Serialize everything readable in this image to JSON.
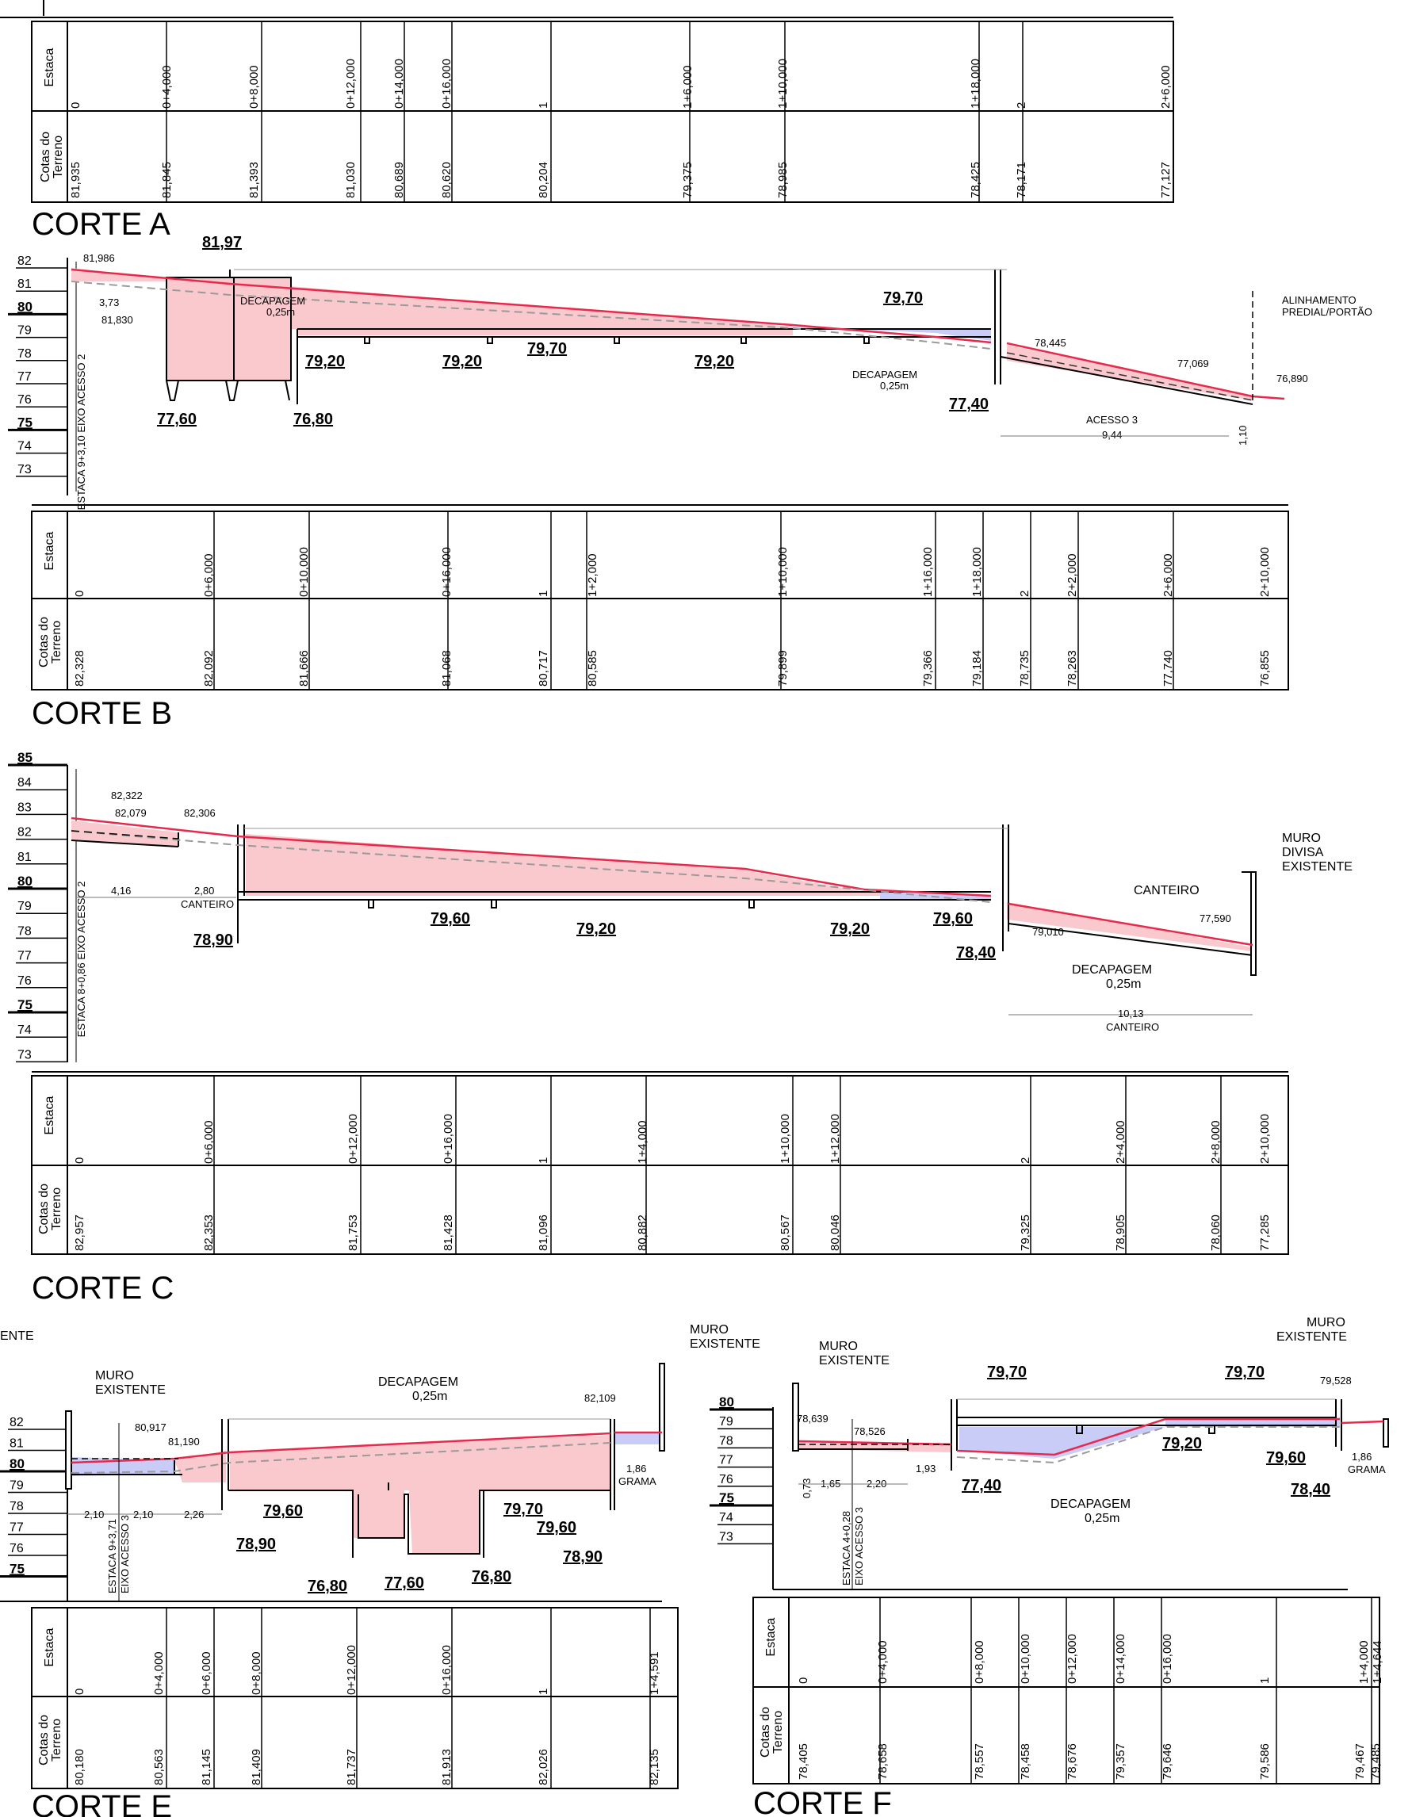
{
  "table_headers": {
    "estaca": "Estaca",
    "cotas": "Cotas do Terreno"
  },
  "colors": {
    "red_line": "#e8294c",
    "pink_fill": "#f9c9cd",
    "blue_fill": "#c9ccf6",
    "dashed_gray": "#9a9a9a",
    "black": "#000000"
  },
  "tableA": {
    "estacas": [
      "0",
      "0+4,000",
      "0+8,000",
      "0+12,000",
      "0+14,000",
      "0+16,000",
      "1",
      "1+6,000",
      "1+10,000",
      "1+18,000",
      "2",
      "2+6,000"
    ],
    "cotas": [
      "81,935",
      "81,845",
      "81,393",
      "81,030",
      "80,689",
      "80,620",
      "80,204",
      "79,375",
      "78,985",
      "78,425",
      "78,171",
      "77,127"
    ]
  },
  "corteA": {
    "title": "CORTE A",
    "axis_label": "ESTACA 9+3,10 EIXO ACESSO 2",
    "scale": [
      "82",
      "81",
      "80",
      "79",
      "78",
      "77",
      "76",
      "75",
      "74",
      "73"
    ],
    "labels": {
      "l81986": "81,986",
      "l8197": "81,97",
      "l373": "3,73",
      "l81830": "81,830",
      "decap1": "DECAPAGEM",
      "decap1b": "0,25m",
      "e7920a": "79,20",
      "e7920b": "79,20",
      "e7970a": "79,70",
      "e7920c": "79,20",
      "e7760": "77,60",
      "e7680": "76,80",
      "e7970b": "79,70",
      "decap2": "DECAPAGEM",
      "decap2b": "0,25m",
      "e7740": "77,40",
      "l78445": "78,445",
      "l77069": "77,069",
      "l76890": "76,890",
      "alin1": "ALINHAMENTO",
      "alin2": "PREDIAL/PORTÃO",
      "acesso": "ACESSO 3",
      "d944": "9,44",
      "d110": "1,10"
    }
  },
  "tableB": {
    "estacas": [
      "0",
      "0+6,000",
      "0+10,000",
      "0+16,000",
      "1",
      "1+2,000",
      "1+10,000",
      "1+16,000",
      "1+18,000",
      "2",
      "2+2,000",
      "2+6,000",
      "2+10,000"
    ],
    "cotas": [
      "82,328",
      "82,092",
      "81,666",
      "81,068",
      "80,717",
      "80,585",
      "79,899",
      "79,366",
      "79,184",
      "78,735",
      "78,263",
      "77,740",
      "76,855"
    ]
  },
  "corteB": {
    "title": "CORTE B",
    "axis_label": "ESTACA 8+0,86 EIXO ACESSO 2",
    "scale": [
      "85",
      "84",
      "83",
      "82",
      "81",
      "80",
      "79",
      "78",
      "77",
      "76",
      "75",
      "74",
      "73"
    ],
    "labels": {
      "l82322": "82,322",
      "l82079": "82,079",
      "l82306": "82,306",
      "d416": "4,16",
      "d280": "2,80",
      "canteiro1": "CANTEIRO",
      "e7890": "78,90",
      "e7960a": "79,60",
      "e7920a": "79,20",
      "e7920b": "79,20",
      "e7960b": "79,60",
      "e7840": "78,40",
      "l79010": "79,010",
      "canteiro2": "CANTEIRO",
      "l77590": "77,590",
      "muro1": "MURO",
      "muro2": "DIVISA",
      "muro3": "EXISTENTE",
      "decap": "DECAPAGEM",
      "decapb": "0,25m",
      "d1013": "10,13",
      "canteiro3": "CANTEIRO"
    }
  },
  "tableC": {
    "estacas": [
      "0",
      "0+6,000",
      "0+12,000",
      "0+16,000",
      "1",
      "1+4,000",
      "1+10,000",
      "1+12,000",
      "2",
      "2+4,000",
      "2+8,000",
      "2+10,000"
    ],
    "cotas": [
      "82,957",
      "82,353",
      "81,753",
      "81,428",
      "81,096",
      "80,882",
      "80,567",
      "80,046",
      "79,325",
      "78,905",
      "78,060",
      "77,285"
    ]
  },
  "corteC": {
    "title": "CORTE C",
    "fragment": "ENTE"
  },
  "corteE": {
    "title": "CORTE E",
    "axis_label": "ESTACA 9+3,71 EIXO ACESSO 3",
    "scale": [
      "82",
      "81",
      "80",
      "79",
      "78",
      "77",
      "76",
      "75"
    ],
    "labels": {
      "muro1": "MURO",
      "muro2": "EXISTENTE",
      "l80917": "80,917",
      "l81190": "81,190",
      "decap": "DECAPAGEM",
      "decapb": "0,25m",
      "l82109": "82,109",
      "muroR1": "MURO",
      "muroR2": "EXISTENTE",
      "d186": "1,86",
      "grama": "GRAMA",
      "d210a": "2,10",
      "d210b": "2,10",
      "d226": "2,26",
      "e7960a": "79,60",
      "e7890a": "78,90",
      "e7680a": "76,80",
      "e7760": "77,60",
      "e7680b": "76,80",
      "e7970": "79,70",
      "e7960b": "79,60",
      "e7890b": "78,90"
    },
    "estacas": [
      "0",
      "0+4,000",
      "0+6,000",
      "0+8,000",
      "0+12,000",
      "0+16,000",
      "1",
      "1+4,591"
    ],
    "cotas": [
      "80,180",
      "80,563",
      "81,145",
      "81,409",
      "81,737",
      "81,913",
      "82,026",
      "82,135"
    ]
  },
  "corteF": {
    "title": "CORTE F",
    "axis_label": "ESTACA 4+0,28 EIXO ACESSO 3",
    "scale": [
      "80",
      "79",
      "78",
      "77",
      "76",
      "75",
      "74",
      "73"
    ],
    "labels": {
      "muro1": "MURO",
      "muro2": "EXISTENTE",
      "muroR1": "MURO",
      "muroR2": "EXISTENTE",
      "e7970a": "79,70",
      "e7970b": "79,70",
      "l79528": "79,528",
      "l78639": "78,639",
      "l78526": "78,526",
      "d073": "0,73",
      "d165": "1,65",
      "d220": "2,20",
      "d193": "1,93",
      "e7740": "77,40",
      "e7920": "79,20",
      "e7960": "79,60",
      "d186": "1,86",
      "grama": "GRAMA",
      "e7840": "78,40",
      "decap": "DECAPAGEM",
      "decapb": "0,25m"
    },
    "estacas": [
      "0",
      "0+4,000",
      "0+8,000",
      "0+10,000",
      "0+12,000",
      "0+14,000",
      "0+16,000",
      "1",
      "1+4,000",
      "1+4,644"
    ],
    "cotas": [
      "78,405",
      "78,658",
      "78,557",
      "78,458",
      "78,676",
      "79,357",
      "79,646",
      "79,586",
      "79,467",
      "79,485"
    ]
  }
}
